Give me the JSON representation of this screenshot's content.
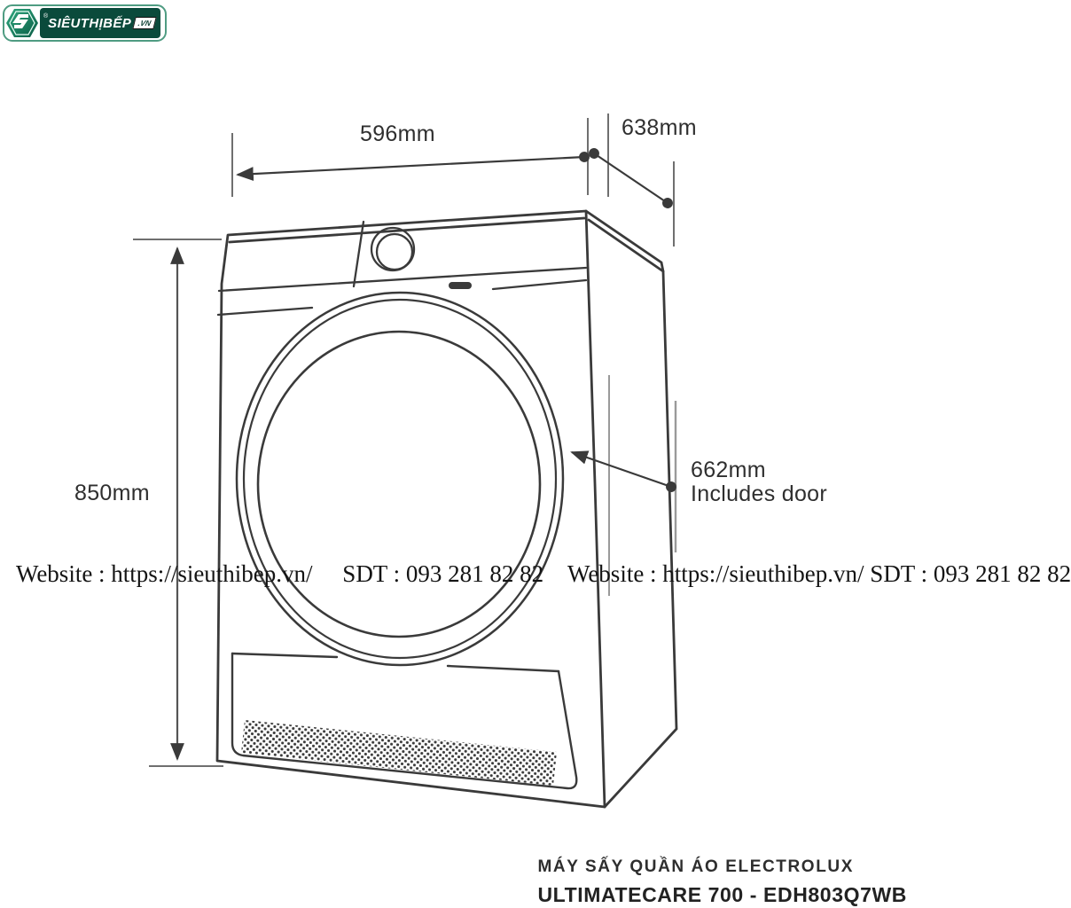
{
  "page": {
    "background": "#ffffff"
  },
  "logo": {
    "icon": "hexagon-s-icon",
    "registered_mark": "®",
    "brand": "SIÊUTHỊBẾP",
    "tld": ".VN",
    "colors": {
      "border": "#4f9c82",
      "panel": "#0a4a3b",
      "hex_light": "#2fa87f",
      "hex_dark": "#0b5c45",
      "brand_text": "#ffffff",
      "tld_text": "#0a3d30"
    }
  },
  "diagram": {
    "product": "front-load clothes dryer line drawing",
    "width_label": "596mm",
    "depth_label": "638mm",
    "height_label": "850mm",
    "door_depth_label": "662mm",
    "door_depth_note": "Includes door",
    "line_color": "#3a3a3a"
  },
  "watermark": {
    "left": "Website : https://sieuthibep.vn/     SDT : 093 281 82 82",
    "right": "Website : https://sieuthibep.vn/ SDT : 093 281 82 82"
  },
  "footer": {
    "line1": "MÁY SẤY QUẦN ÁO ELECTROLUX",
    "line2": "ULTIMATECARE 700 - EDH803Q7WB"
  }
}
